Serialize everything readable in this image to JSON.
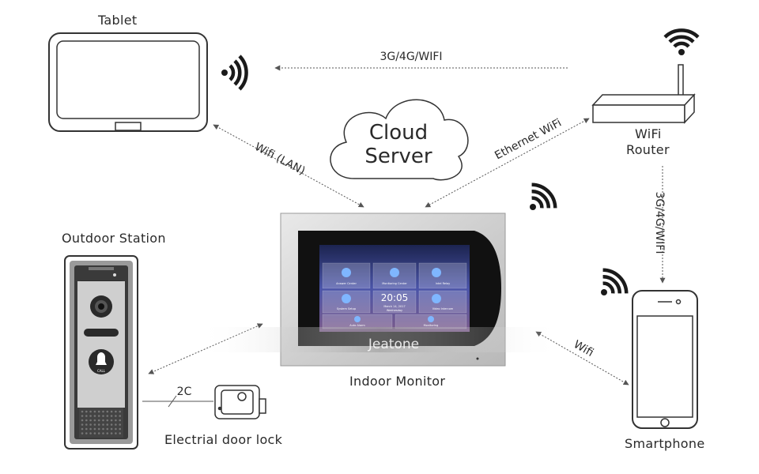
{
  "devices": {
    "tablet": "Tablet",
    "router_line1": "WiFi",
    "router_line2": "Router",
    "outdoor_station": "Outdoor Station",
    "indoor_monitor": "Indoor Monitor",
    "smartphone": "Smartphone",
    "door_lock": "Electrial door lock"
  },
  "cloud": {
    "line1": "Cloud",
    "line2": "Server"
  },
  "connections": {
    "tablet_router": "3G/4G/WIFI",
    "tablet_monitor": "Wifi (LAN)",
    "router_monitor": "Ethernet WiFi",
    "router_phone": "3G/4G/WIFI",
    "phone_monitor": "Wifi",
    "station_lock": "2C"
  },
  "monitor": {
    "brand": "Jeatone",
    "time": "20:05",
    "date": "March 14, 2017",
    "day": "Wednesday",
    "tiles": [
      "Answer Center",
      "Monitoring Center",
      "Intel Relay",
      "System Setup",
      "Video Intercom",
      "Auto Alarm",
      "Monitoring"
    ]
  },
  "outdoor": {
    "call_label": "CALL"
  },
  "colors": {
    "line": "#555555",
    "wifi": "#1a1a1a",
    "screen": "#2c3f8e"
  }
}
